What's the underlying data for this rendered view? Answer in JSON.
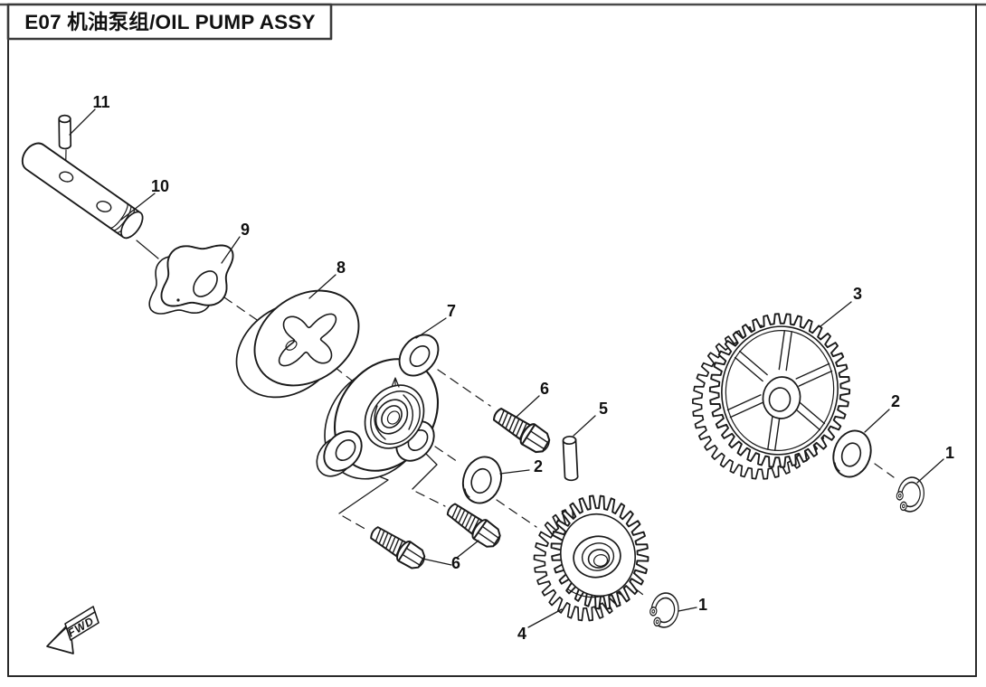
{
  "title_block": {
    "text": "E07 机油泵组/OIL PUMP ASSY"
  },
  "direction_marker": {
    "label": "FWD"
  },
  "callouts": [
    {
      "label": "11"
    },
    {
      "label": "10"
    },
    {
      "label": "9"
    },
    {
      "label": "8"
    },
    {
      "label": "7"
    },
    {
      "label": "6"
    },
    {
      "label": "5"
    },
    {
      "label": "2"
    },
    {
      "label": "6"
    },
    {
      "label": "4"
    },
    {
      "label": "1"
    },
    {
      "label": "3"
    },
    {
      "label": "2"
    },
    {
      "label": "1"
    }
  ],
  "colors": {
    "line": "#1a1a1a",
    "text": "#111111",
    "frame": "#3a3a3a",
    "background": "#ffffff"
  }
}
